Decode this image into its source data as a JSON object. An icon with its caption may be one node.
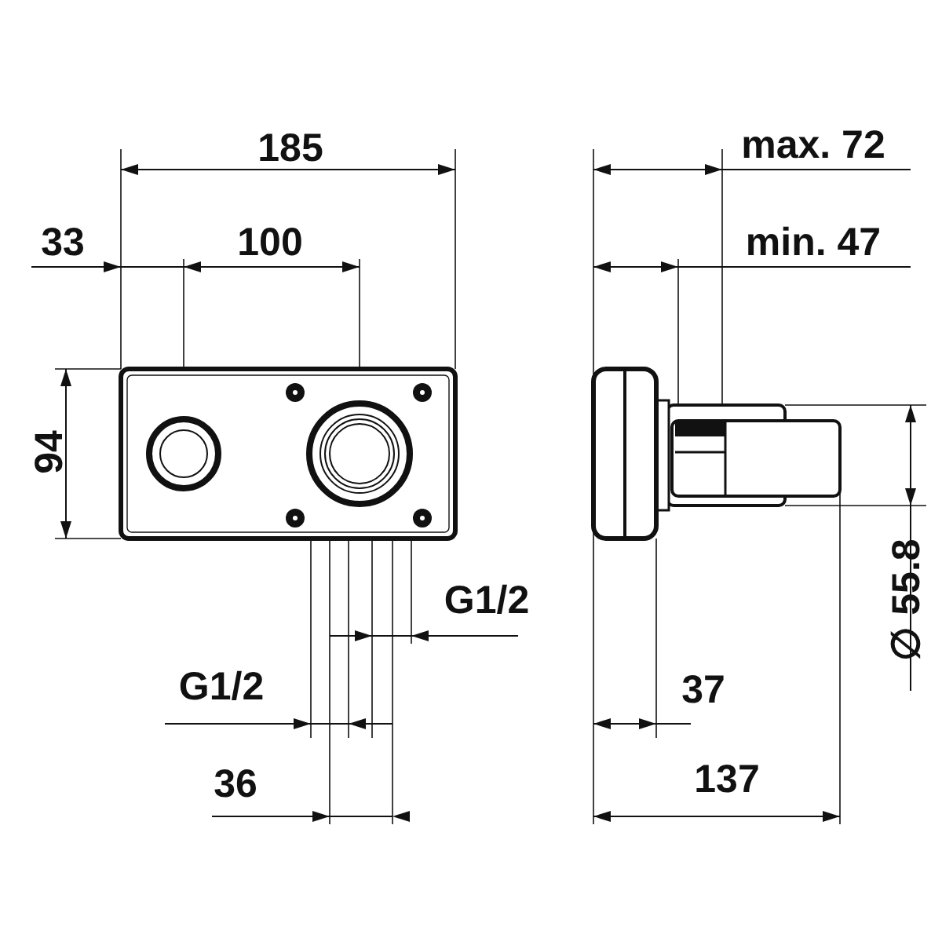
{
  "diagram": {
    "labels": [
      "185",
      "max. 72",
      "33",
      "100",
      "min. 47",
      "94",
      "G1/2",
      "∅ 55.8",
      "G1/2",
      "37",
      "36",
      "137"
    ]
  }
}
